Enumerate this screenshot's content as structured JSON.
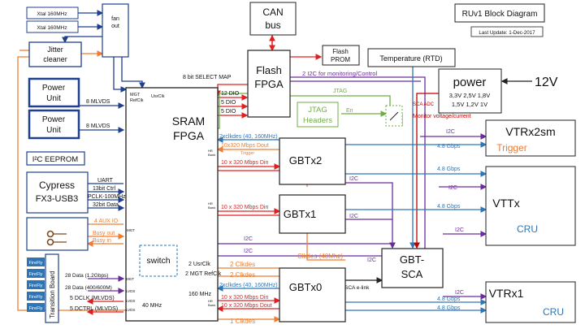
{
  "title": "RUv1 Block Diagram",
  "last_update": "Last Update: 1-Dec-2017",
  "blocks": {
    "xtal1": "Xtal 160MHz",
    "xtal2": "Xtal 160MHz",
    "fanout": [
      "fan",
      "out"
    ],
    "jitter": [
      "Jitter",
      "cleaner"
    ],
    "power_unit_1": [
      "Power",
      "Unit"
    ],
    "power_unit_2": [
      "Power",
      "Unit"
    ],
    "i2c_eeprom": "I²C EEPROM",
    "cypress": [
      "Cypress",
      "FX3-USB3"
    ],
    "can": [
      "CAN",
      "bus"
    ],
    "flash_prom": [
      "Flash",
      "PROM"
    ],
    "flash_fpga": [
      "Flash",
      "FPGA"
    ],
    "temperature": "Temperature (RTD)",
    "power": "power",
    "power_rails": [
      "3,3V 2,5V 1,8V",
      "1,5V 1,2V 1V"
    ],
    "v12": "12V",
    "sram_fpga": [
      "SRAM",
      "FPGA"
    ],
    "jtag_headers": [
      "JTAG",
      "Headers"
    ],
    "gbtx2": "GBTx2",
    "gbtx1": "GBTx1",
    "gbtx0": "GBTx0",
    "gbt_sca": [
      "GBT-",
      "SCA"
    ],
    "vtrx2sm": "VTRx2sm",
    "trigger": "Trigger",
    "vttx": "VTTx",
    "vtrx1": "VTRx1",
    "cru": "CRU",
    "switch": "switch",
    "transition_board": "Transition Board",
    "firefly": "FireFly"
  },
  "labels": {
    "mgt_refclk": [
      "MGT",
      "RefClk"
    ],
    "usrclk": "UsrClk",
    "select_map": "8 bit SELECT MAP",
    "dio12": "12 DIO",
    "dio5a": "5 DIO",
    "dio5b": "5 DIO",
    "i2c_monitor": "2 I2C for monitoring/Control",
    "jtag": "JTAG",
    "en": "En",
    "sca_adc": "SCA ADC",
    "monitor_vc": "Monitor voltage/current",
    "mlvds1": "8 MLVDS",
    "mlvds2": "8 MLVDS",
    "uart": "UART",
    "ctrl13": "13bit Ctrl",
    "pclk": "PCLK-100MHz",
    "data32": "32bit Data",
    "aux": "4 AUX IO",
    "busy_out": "Busy out",
    "busy_in": "Busy in",
    "clk2x_top": "2xclkdes (40, 160MHz)",
    "dout_top": "10x320 Mbps Dout",
    "trigger_small": "Trigger",
    "din_gbtx2": "10 x 320 Mbps Din",
    "din_gbtx1": "10 x 320 Mbps Din",
    "i2c": "I2C",
    "gbps48": "4.8 Gbps",
    "clkdes40": "Clkdes (40Mhz)",
    "usrclk2": "2 UsrClk",
    "mgt_refclk2": "2 MGT RefClk",
    "clkdes2": "2 Clkdes",
    "clk2x_bottom": "2xclkdes (40, 160MHz)",
    "din_bottom": "10 x 320 Mbps Din",
    "dout_bottom": "10 x 320 Mbps Dout",
    "clkdes1": "1 Clkdes",
    "data28a": "28 Data (1.2Gbps)",
    "data28b": "28 Data (400/600M)",
    "dclk": "5 DCLK (MLVDS)",
    "dctrl": "5 DCTRL (MLVDS)",
    "mhz40": "40 MHz",
    "mhz160": "160 MHz",
    "sca_elink": "SCA e-link",
    "mgt": "MGT",
    "lvds": "LVDS",
    "hr_bank": [
      "HR",
      "Bank"
    ]
  },
  "colors": {
    "blue": "#1f3f8f",
    "red": "#e02020",
    "purple": "#6a2c9a",
    "orange": "#ed7d31",
    "green": "#70ad47",
    "teal": "#2e75b6",
    "darkred": "#c00000"
  }
}
